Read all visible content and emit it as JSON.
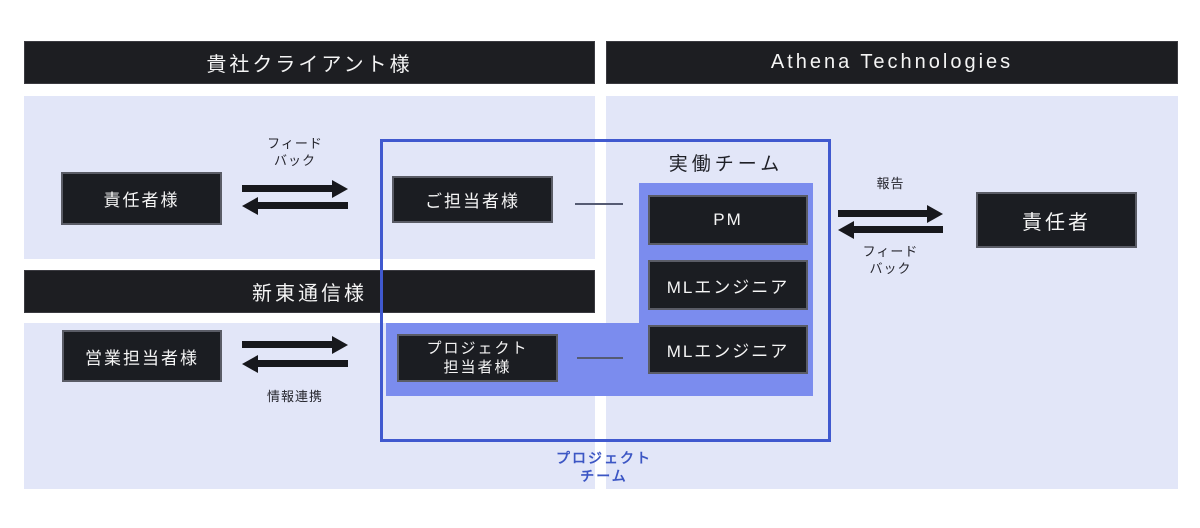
{
  "colors": {
    "panel": "#e2e6f8",
    "bar_bg": "#1d1e22",
    "box_bg": "#1b1d22",
    "box_border": "#5a5c66",
    "bar_border": "#3a3a40",
    "text_light": "#f5f5f5",
    "blue_fill": "#7b8cee",
    "blue_border": "#4059cf",
    "blue_text": "#3c56c4",
    "arrow": "#17181d",
    "label": "#26262e",
    "line": "#555b73"
  },
  "headers": {
    "client": "貴社クライアント様",
    "athena": "Athena Technologies",
    "shinto": "新東通信様"
  },
  "client_org": {
    "manager": "責任者様",
    "contact": "ご担当者様",
    "feedback_line1": "フィード",
    "feedback_line2": "バック"
  },
  "shinto_org": {
    "sales": "営業担当者様",
    "project_contact_line1": "プロジェクト",
    "project_contact_line2": "担当者様",
    "info_label": "情報連携"
  },
  "athena_org": {
    "team_label": "実働チーム",
    "pm": "PM",
    "ml_engineer_1": "MLエンジニア",
    "ml_engineer_2": "MLエンジニア",
    "report_label": "報告",
    "feedback_line1": "フィード",
    "feedback_line2": "バック",
    "manager": "責任者"
  },
  "project_team": {
    "label_line1": "プロジェクト",
    "label_line2": "チーム"
  }
}
